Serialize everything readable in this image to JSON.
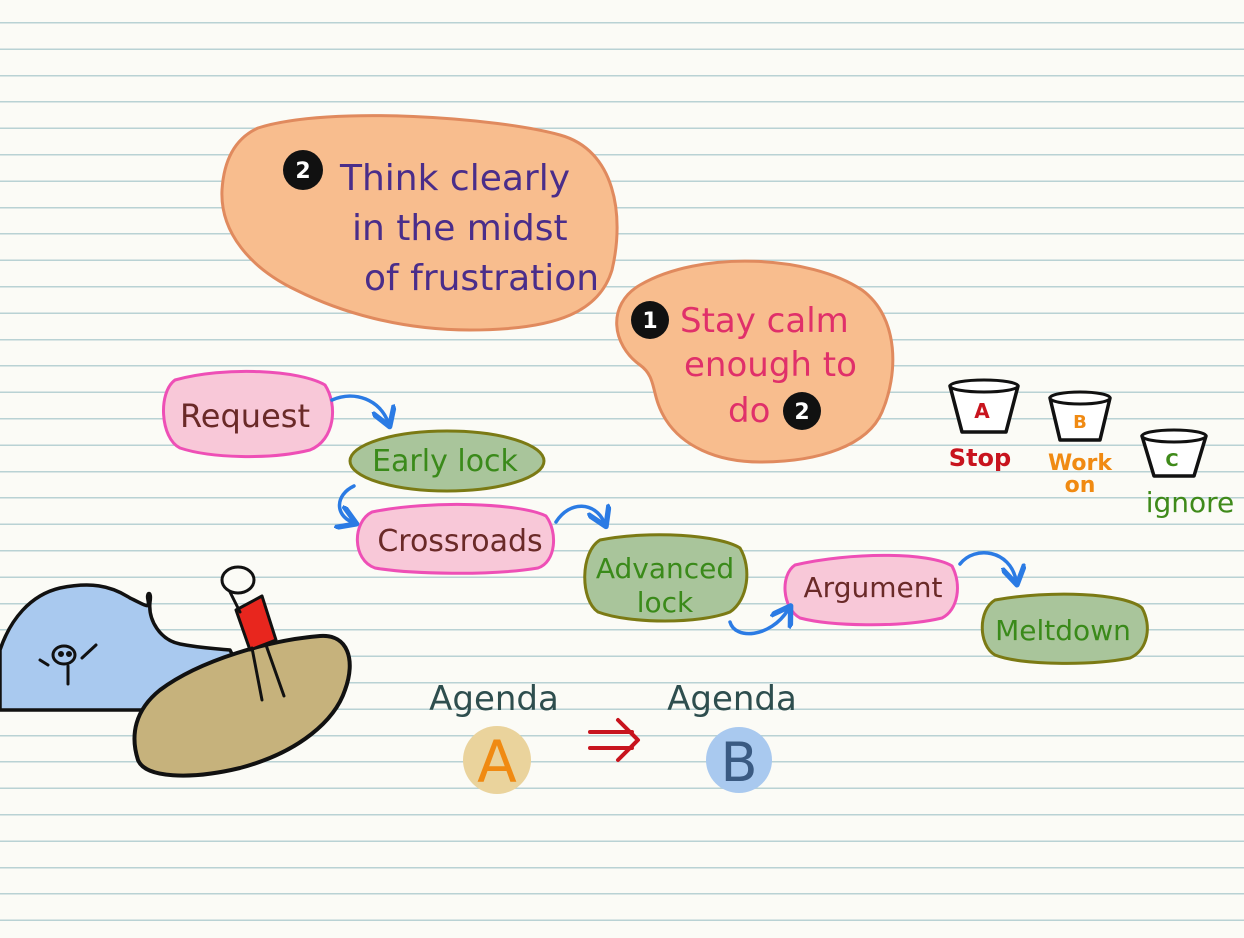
{
  "bubbles": {
    "think": {
      "number": "2",
      "lines": [
        "Think clearly",
        "in the midst",
        "of frustration"
      ]
    },
    "calm": {
      "number": "1",
      "lines": [
        "Stay calm",
        "enough to",
        "do"
      ],
      "ref_number": "2"
    }
  },
  "flow": {
    "request": "Request",
    "early_lock": "Early lock",
    "crossroads": "Crossroads",
    "advanced_lock": [
      "Advanced",
      "lock"
    ],
    "argument": "Argument",
    "meltdown": "Meltdown"
  },
  "buckets": [
    {
      "letter": "A",
      "label": [
        "Stop"
      ],
      "color": "#c8141e"
    },
    {
      "letter": "B",
      "label": [
        "Work",
        "on"
      ],
      "color": "#f08a12"
    },
    {
      "letter": "C",
      "label": [
        "ignore"
      ],
      "color": "#3f8a1a"
    }
  ],
  "agendas": [
    {
      "title": "Agenda",
      "letter": "A",
      "fill": "#ead39c",
      "letter_color": "#f08a12"
    },
    {
      "title": "Agenda",
      "letter": "B",
      "fill": "#a9c9ef",
      "letter_color": "#3a5a82"
    }
  ],
  "colors": {
    "bubble_orange": "#f8bd8e",
    "bubble_outline": "#e08a5e",
    "pink_fill": "#f8c8d8",
    "pink_outline": "#ee4fb6",
    "green_fill": "#a9c59b",
    "green_outline": "#7b7a14",
    "arrow_blue": "#2b7be4",
    "agenda_arrow": "#c8141e",
    "purple_text": "#4a2d8a",
    "red_text": "#e0306a",
    "brown_text": "#6a2a28",
    "green_text": "#3a8a1a",
    "agenda_title": "#2e4e4e"
  }
}
